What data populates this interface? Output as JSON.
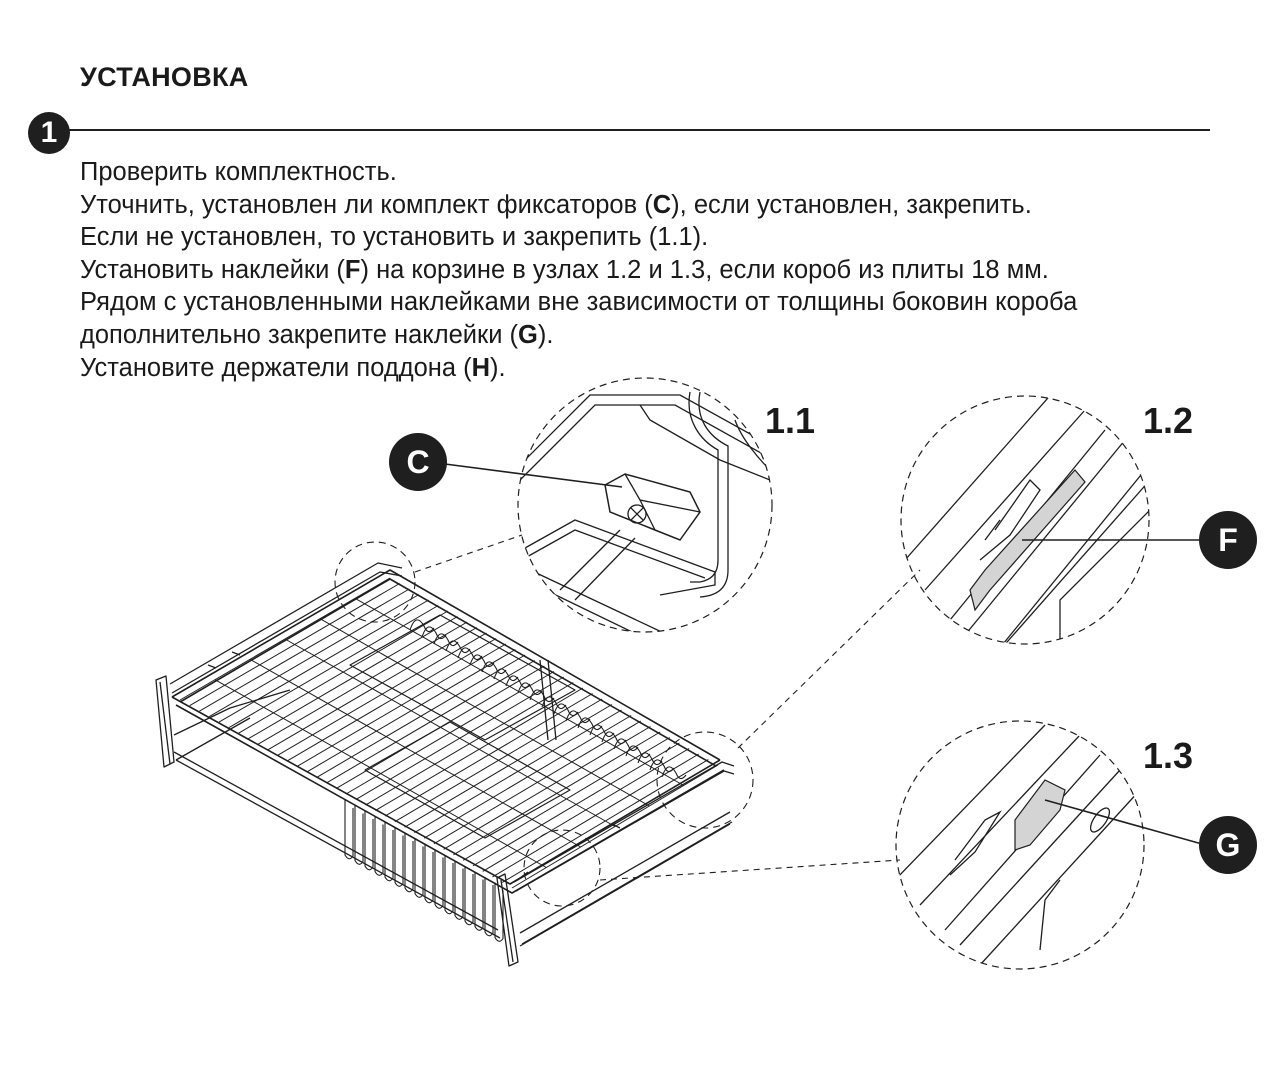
{
  "heading": "УСТАНОВКА",
  "step": {
    "number": "1"
  },
  "instructions": [
    {
      "before": "Проверить комплектность.",
      "bold": "",
      "after": ""
    },
    {
      "before": "Уточнить, установлен ли комплект фиксаторов (",
      "bold": "C",
      "after": "), если установлен, закрепить."
    },
    {
      "before": "Если не установлен, то установить и закрепить (1.1).",
      "bold": "",
      "after": ""
    },
    {
      "before": "Установить наклейки (",
      "bold": "F",
      "after": ") на корзине в узлах 1.2 и 1.3, если короб из плиты 18 мм."
    },
    {
      "before": "Рядом с установленными наклейками вне зависимости от толщины боковин короба",
      "bold": "",
      "after": ""
    },
    {
      "before": "дополнительно закрепите наклейки (",
      "bold": "G",
      "after": ")."
    },
    {
      "before": "Установите держатели поддона (",
      "bold": "H",
      "after": ")."
    }
  ],
  "details": {
    "d11": {
      "label": "1.1"
    },
    "d12": {
      "label": "1.2"
    },
    "d13": {
      "label": "1.3"
    }
  },
  "callouts": {
    "c": "C",
    "f": "F",
    "g": "G"
  },
  "colors": {
    "ink": "#1f1f1f",
    "sticker_fill": "#d4d4d4"
  }
}
